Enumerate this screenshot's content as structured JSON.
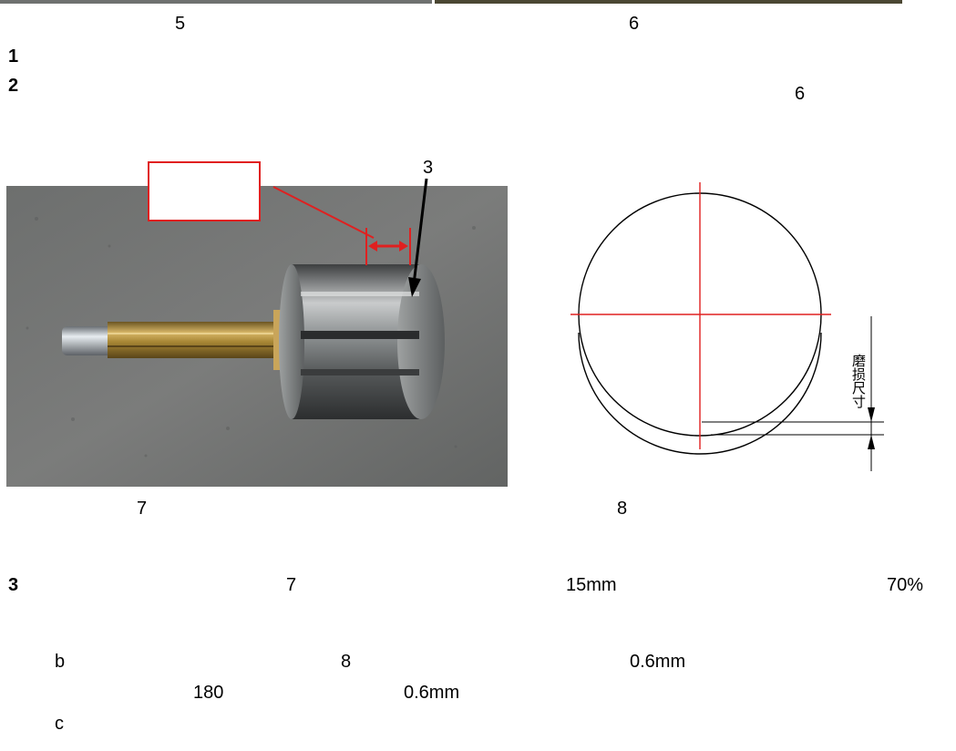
{
  "captions": {
    "fig5": "5",
    "fig6": "6",
    "fig7": "7",
    "fig8": "8"
  },
  "items": {
    "item1_num": "1",
    "item2_num": "2",
    "item2_ref": "6",
    "item3_num": "3",
    "item3_ref": "7",
    "item3_len": "15mm",
    "item3_pct": "70%",
    "sub_b": "b",
    "sub_b_ref": "8",
    "sub_b_val": "0.6mm",
    "sub_b_angle": "180",
    "sub_b_val2": "0.6mm",
    "sub_c": "c"
  },
  "photo": {
    "callout_number": "3"
  },
  "drawing": {
    "wear_label": "磨损尺寸"
  },
  "colors": {
    "callout_red": "#e02020",
    "centerline_red": "#e02020"
  }
}
